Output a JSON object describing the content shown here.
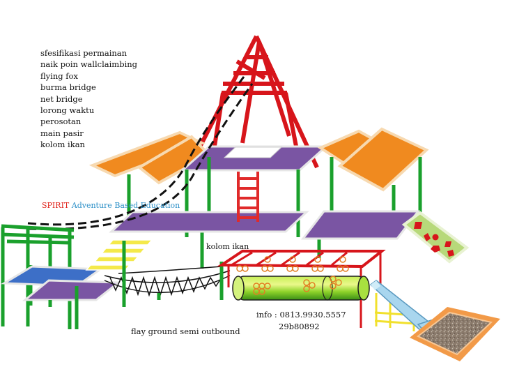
{
  "spec_list": [
    "sfesifikasi permainan",
    "naik poin wallclaimbing",
    "flying fox",
    "burma bridge",
    "net bridge",
    "lorong waktu",
    "perosotan",
    "main pasir",
    "kolom ikan"
  ],
  "brand": {
    "word1": "SPIRIT",
    "word2": "Adventure Based Education"
  },
  "labels": {
    "kolom_ikan": "kolom ikan",
    "info_line1": "info : 0813.9930.5557",
    "info_line2": "29b80892",
    "playground": "flay ground semi outbound"
  },
  "colors": {
    "roof": "#f08a1f",
    "roof_edge": "#f7d9b0",
    "floor": "#7a55a3",
    "post": "#1aa02c",
    "frame_red": "#d7151b",
    "ladder": "#e02a2a",
    "bridge_yellow": "#f4e94a",
    "blue_platform": "#3d6fc7",
    "tube_green": "#8fd32a",
    "slide_blue": "#a9d6ee",
    "sand": "#8a7a6b",
    "sand_border": "#f29a48"
  }
}
